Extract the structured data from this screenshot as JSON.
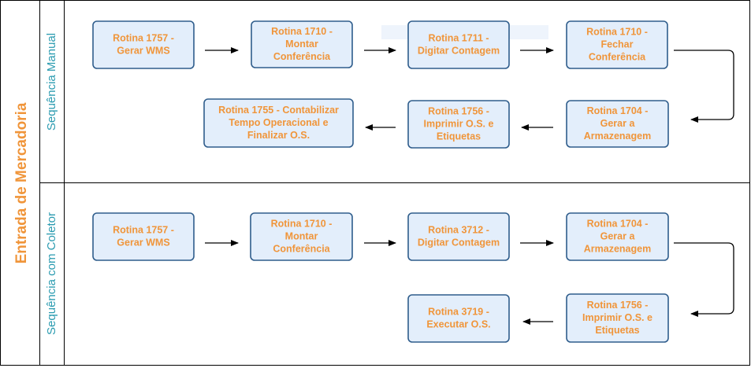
{
  "pool": {
    "label": "Entrada de Mercadoria"
  },
  "lanes": [
    {
      "label": "Sequência Manual",
      "boxes": [
        {
          "lines": [
            "Rotina 1757 -",
            "Gerar WMS"
          ]
        },
        {
          "lines": [
            "Rotina 1710 -",
            "Montar",
            "Conferência"
          ]
        },
        {
          "lines": [
            "Rotina 1711 -",
            "Digitar Contagem"
          ]
        },
        {
          "lines": [
            "Rotina 1710 -",
            "Fechar",
            "Conferência"
          ]
        },
        {
          "lines": [
            "Rotina 1704 -",
            "Gerar a",
            "Armazenagem"
          ]
        },
        {
          "lines": [
            "Rotina 1756 -",
            "Imprimir O.S. e",
            "Etiquetas"
          ]
        },
        {
          "lines": [
            "Rotina 1755 - Contabilizar",
            "Tempo Operacional  e",
            "Finalizar O.S."
          ]
        }
      ]
    },
    {
      "label": "Sequência com Coletor",
      "boxes": [
        {
          "lines": [
            "Rotina 1757 -",
            "Gerar WMS"
          ]
        },
        {
          "lines": [
            "Rotina 1710 -",
            "Montar",
            "Conferência"
          ]
        },
        {
          "lines": [
            "Rotina 3712 -",
            "Digitar Contagem"
          ]
        },
        {
          "lines": [
            "Rotina 1704 -",
            "Gerar a",
            "Armazenagem"
          ]
        },
        {
          "lines": [
            "Rotina 1756 -",
            "Imprimir O.S. e",
            "Etiquetas"
          ]
        },
        {
          "lines": [
            "Rotina 3719 -",
            "Executar O.S."
          ]
        }
      ]
    }
  ],
  "colors": {
    "box_fill": "#E3EEFB",
    "box_stroke": "#2F5D8C",
    "box_text": "#F0953A",
    "lane_text": "#2A9BB0",
    "pool_text": "#F0953A",
    "border": "#000000"
  }
}
